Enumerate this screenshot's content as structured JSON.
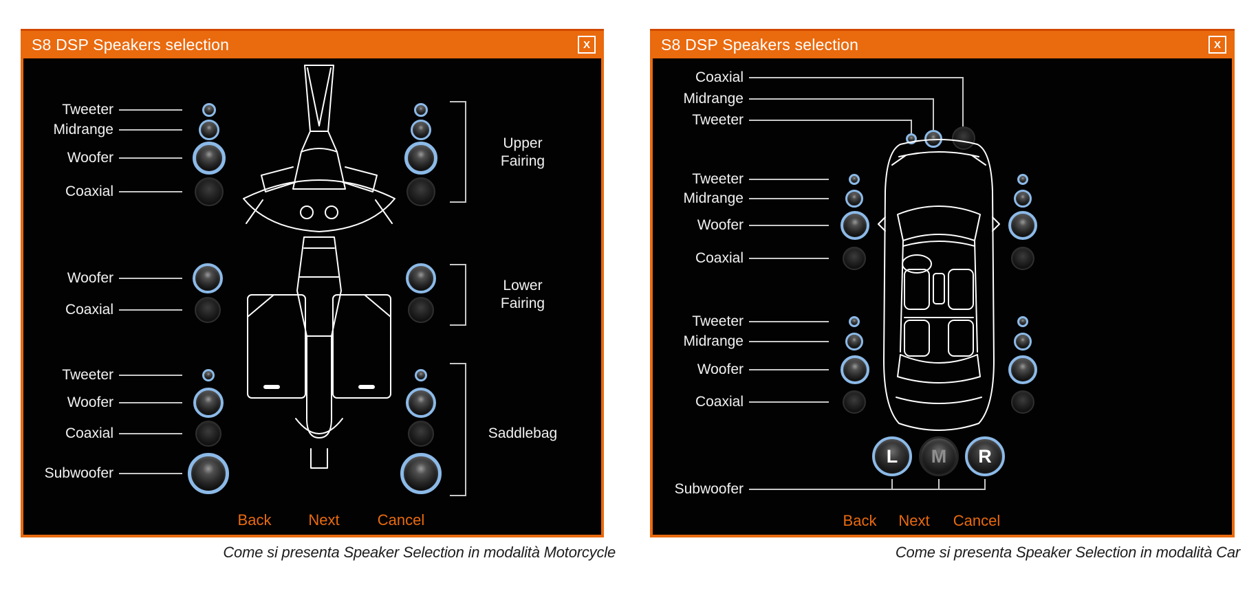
{
  "colors": {
    "accent_orange": "#EA6A0E",
    "titlebar_top_line": "#D14A00",
    "selected_ring_blue": "#8CBAE8",
    "window_background": "#020202",
    "page_background": "#FFFFFF",
    "label_text": "#F2F2F2",
    "caption_text": "#1C1C1C"
  },
  "motorcycle_window": {
    "title": "S8 DSP Speakers selection",
    "close": "X",
    "groups": [
      {
        "zone": "Upper Fairing",
        "speakers": [
          {
            "name": "Tweeter",
            "selected": true
          },
          {
            "name": "Midrange",
            "selected": true
          },
          {
            "name": "Woofer",
            "selected": true
          },
          {
            "name": "Coaxial",
            "selected": false
          }
        ]
      },
      {
        "zone": "Lower Fairing",
        "speakers": [
          {
            "name": "Woofer",
            "selected": true
          },
          {
            "name": "Coaxial",
            "selected": false
          }
        ]
      },
      {
        "zone": "Saddlebag",
        "speakers": [
          {
            "name": "Tweeter",
            "selected": true
          },
          {
            "name": "Woofer",
            "selected": true
          },
          {
            "name": "Coaxial",
            "selected": false
          },
          {
            "name": "Subwoofer",
            "selected": true
          }
        ]
      }
    ],
    "buttons": {
      "back": "Back",
      "next": "Next",
      "cancel": "Cancel"
    },
    "caption": "Come si presenta Speaker Selection in modalità Motorcycle"
  },
  "car_window": {
    "title": "S8 DSP Speakers selection",
    "close": "X",
    "top_group": {
      "speakers": [
        {
          "name": "Coaxial",
          "selected": false
        },
        {
          "name": "Midrange",
          "selected": true
        },
        {
          "name": "Tweeter",
          "selected": true
        }
      ]
    },
    "front_group": {
      "speakers": [
        {
          "name": "Tweeter",
          "selected": true
        },
        {
          "name": "Midrange",
          "selected": true
        },
        {
          "name": "Woofer",
          "selected": true
        },
        {
          "name": "Coaxial",
          "selected": false
        }
      ]
    },
    "rear_group": {
      "speakers": [
        {
          "name": "Tweeter",
          "selected": true
        },
        {
          "name": "Midrange",
          "selected": true
        },
        {
          "name": "Woofer",
          "selected": true
        },
        {
          "name": "Coaxial",
          "selected": false
        }
      ]
    },
    "subwoofer": {
      "label": "Subwoofer",
      "channels": [
        {
          "name": "L",
          "selected": true
        },
        {
          "name": "M",
          "selected": false
        },
        {
          "name": "R",
          "selected": true
        }
      ]
    },
    "buttons": {
      "back": "Back",
      "next": "Next",
      "cancel": "Cancel"
    },
    "caption": "Come si presenta Speaker Selection  in modalità Car"
  }
}
